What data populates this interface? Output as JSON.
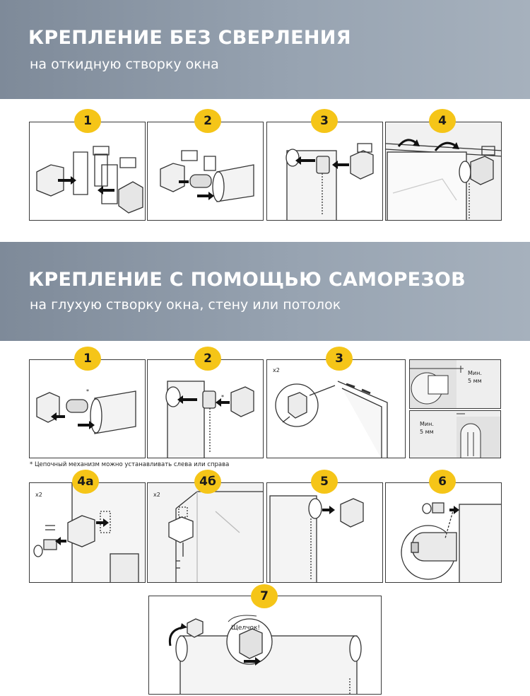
{
  "section1": {
    "title": "КРЕПЛЕНИЕ БЕЗ СВЕРЛЕНИЯ",
    "subtitle": "на откидную створку окна",
    "steps": [
      "1",
      "2",
      "3",
      "4"
    ]
  },
  "section2": {
    "title": "КРЕПЛЕНИЕ С ПОМОЩЬЮ САМОРЕЗОВ",
    "subtitle": "на глухую створку окна, стену или потолок",
    "steps": [
      "1",
      "2",
      "3",
      "4а",
      "4б",
      "5",
      "6",
      "7"
    ],
    "footnote": "* Цепочный механизм можно устанавливать слева или справа",
    "x2": "x2",
    "asterisk": "*",
    "min_label": "Мин.",
    "min_value": "5 мм",
    "click_label": "Щелчок!"
  },
  "colors": {
    "accent": "#f5c518",
    "banner": "#8a96a4",
    "line": "#3a3a3a"
  }
}
